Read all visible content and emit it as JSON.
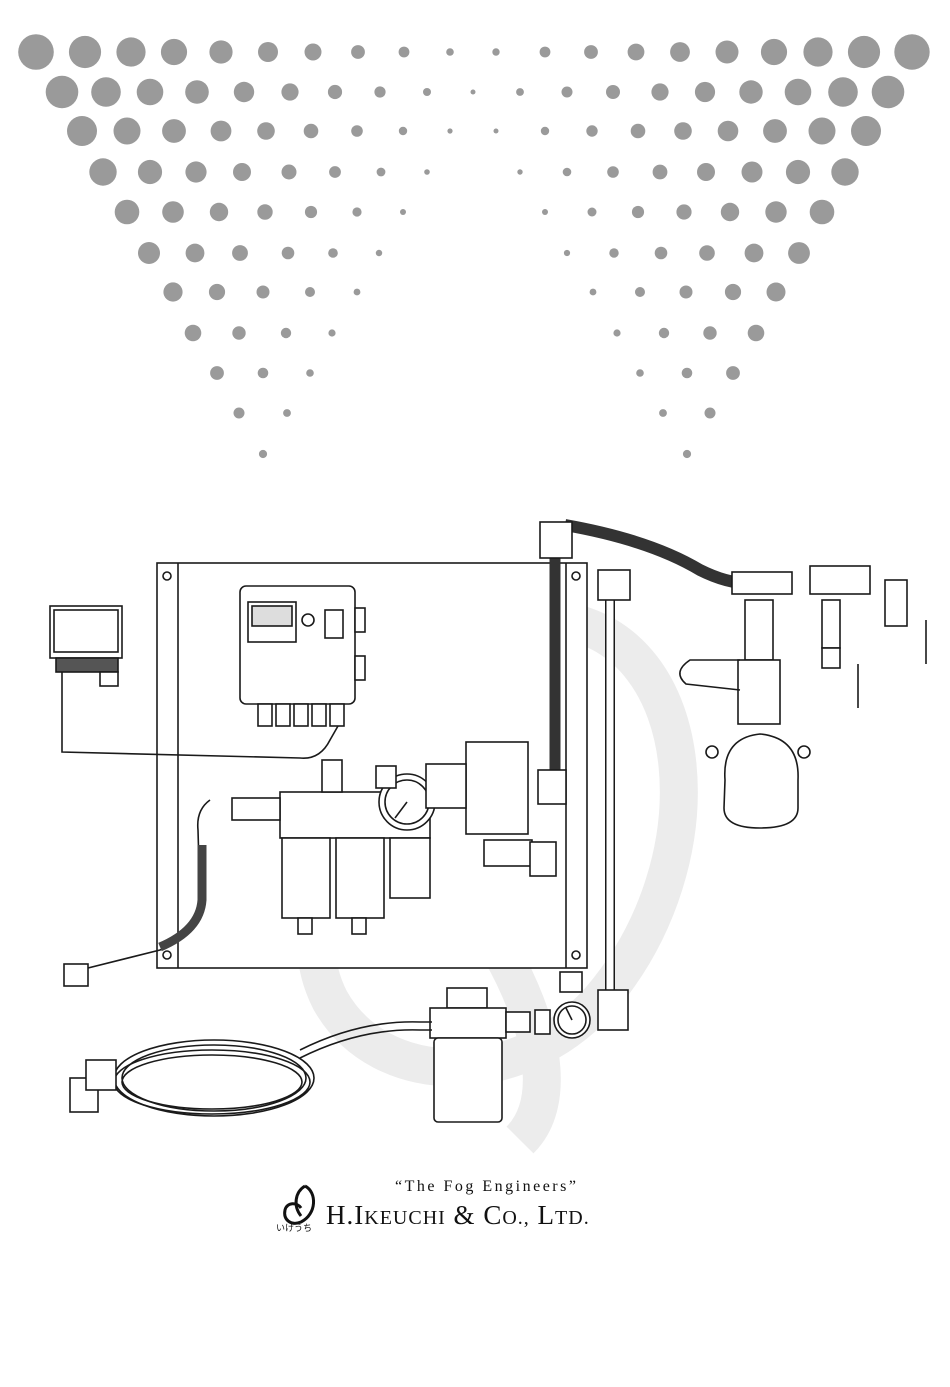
{
  "cover": {
    "tagline": "“The Fog Engineers”",
    "company_name": "H.IKEUCHI & CO., LTD.",
    "company_parts": {
      "h": "H.",
      "ikeuchi_I": "I",
      "ikeuchi_rest": "KEUCHI",
      "amp": " & ",
      "co_C": "C",
      "co_rest": "O.,",
      "ltd_L": " L",
      "ltd_rest": "TD."
    },
    "logo_kana": "いけうち",
    "colors": {
      "dots": "#9a9a9a",
      "line_art": "#1a1a1a",
      "watermark": "#ececec",
      "background": "#ffffff"
    },
    "icons": [
      "fog-dot-pattern",
      "fog-system-illustration",
      "company-logo-mark"
    ]
  }
}
